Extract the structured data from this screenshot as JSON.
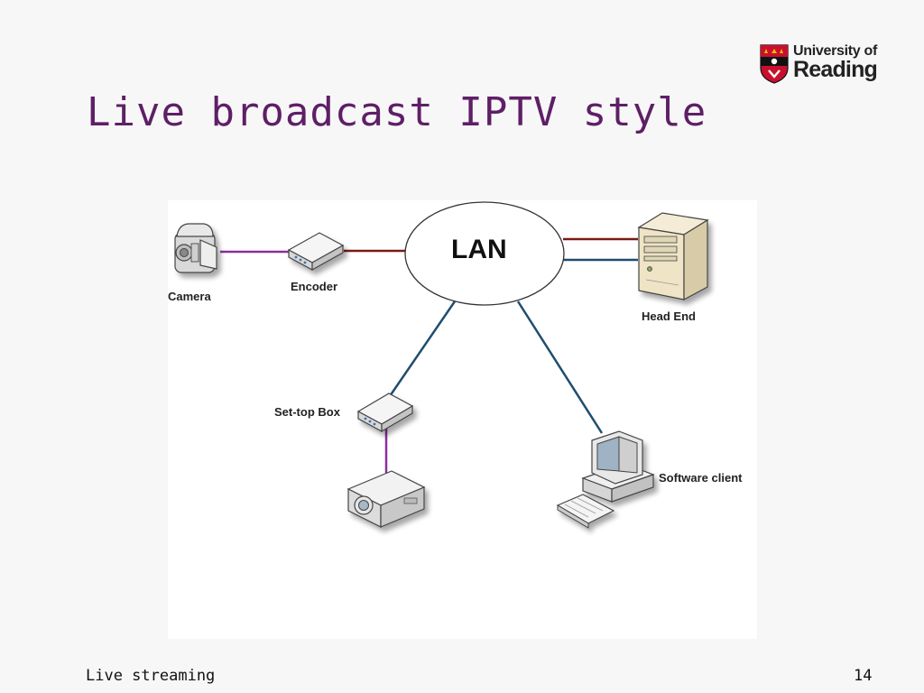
{
  "slide": {
    "title": "Live broadcast IPTV style",
    "footer_left": "Live streaming",
    "page_number": "14"
  },
  "logo": {
    "line1": "University of",
    "line2": "Reading",
    "colors": {
      "shield_red": "#c8102e",
      "shield_black": "#111111",
      "gold": "#f2b705"
    }
  },
  "diagram": {
    "hub": "LAN",
    "nodes": [
      {
        "id": "camera",
        "label": "Camera",
        "icon": "camcorder-icon"
      },
      {
        "id": "encoder",
        "label": "Encoder",
        "icon": "encoder-box-icon"
      },
      {
        "id": "head_end",
        "label": "Head End",
        "icon": "server-tower-icon"
      },
      {
        "id": "set_top_box",
        "label": "Set-top Box",
        "icon": "set-top-box-icon"
      },
      {
        "id": "projector",
        "label": "",
        "icon": "projector-icon"
      },
      {
        "id": "software_client",
        "label": "Software client",
        "icon": "desktop-computer-icon"
      }
    ],
    "colors": {
      "purple_link": "#8b2f9e",
      "red_link": "#7a1a12",
      "blue_link": "#1f4e6e",
      "title": "#5e1f66"
    }
  }
}
